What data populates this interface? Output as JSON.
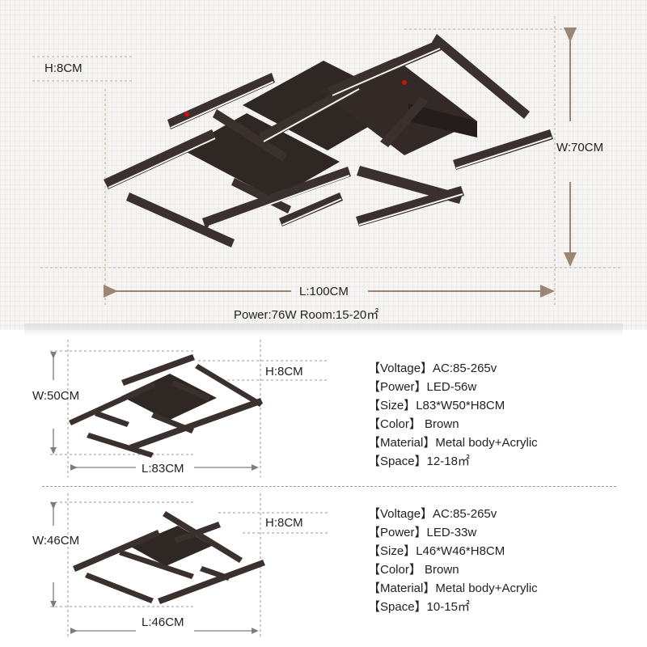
{
  "top": {
    "height_label": "H:8CM",
    "width_label": "W:70CM",
    "length_label": "L:100CM",
    "power_room": "Power:76W Room:15-20㎡"
  },
  "mid": {
    "width_label": "W:50CM",
    "height_label": "H:8CM",
    "length_label": "L:83CM",
    "specs": [
      {
        "key": "【Voltage】",
        "value": "AC:85-265v"
      },
      {
        "key": "【Power】",
        "value": "LED-56w"
      },
      {
        "key": "【Size】",
        "value": "L83*W50*H8CM"
      },
      {
        "key": "【Color】",
        "value": " Brown"
      },
      {
        "key": "【Material】",
        "value": "Metal body+Acrylic"
      },
      {
        "key": "【Space】",
        "value": "12-18㎡"
      }
    ]
  },
  "bottom": {
    "width_label": "W:46CM",
    "height_label": "H:8CM",
    "length_label": "L:46CM",
    "specs": [
      {
        "key": "【Voltage】",
        "value": "AC:85-265v"
      },
      {
        "key": "【Power】",
        "value": "LED-33w"
      },
      {
        "key": "【Size】",
        "value": "L46*W46*H8CM"
      },
      {
        "key": "【Color】",
        "value": " Brown"
      },
      {
        "key": "【Material】",
        "value": "Metal body+Acrylic"
      },
      {
        "key": "【Space】",
        "value": "10-15㎡"
      }
    ]
  },
  "colors": {
    "lamp_body": "#3a302d",
    "lamp_light": "#f4f2f0",
    "guide_line": "#b9a58f",
    "arrow": "#9a8672",
    "red_dot": "#cc1010"
  }
}
